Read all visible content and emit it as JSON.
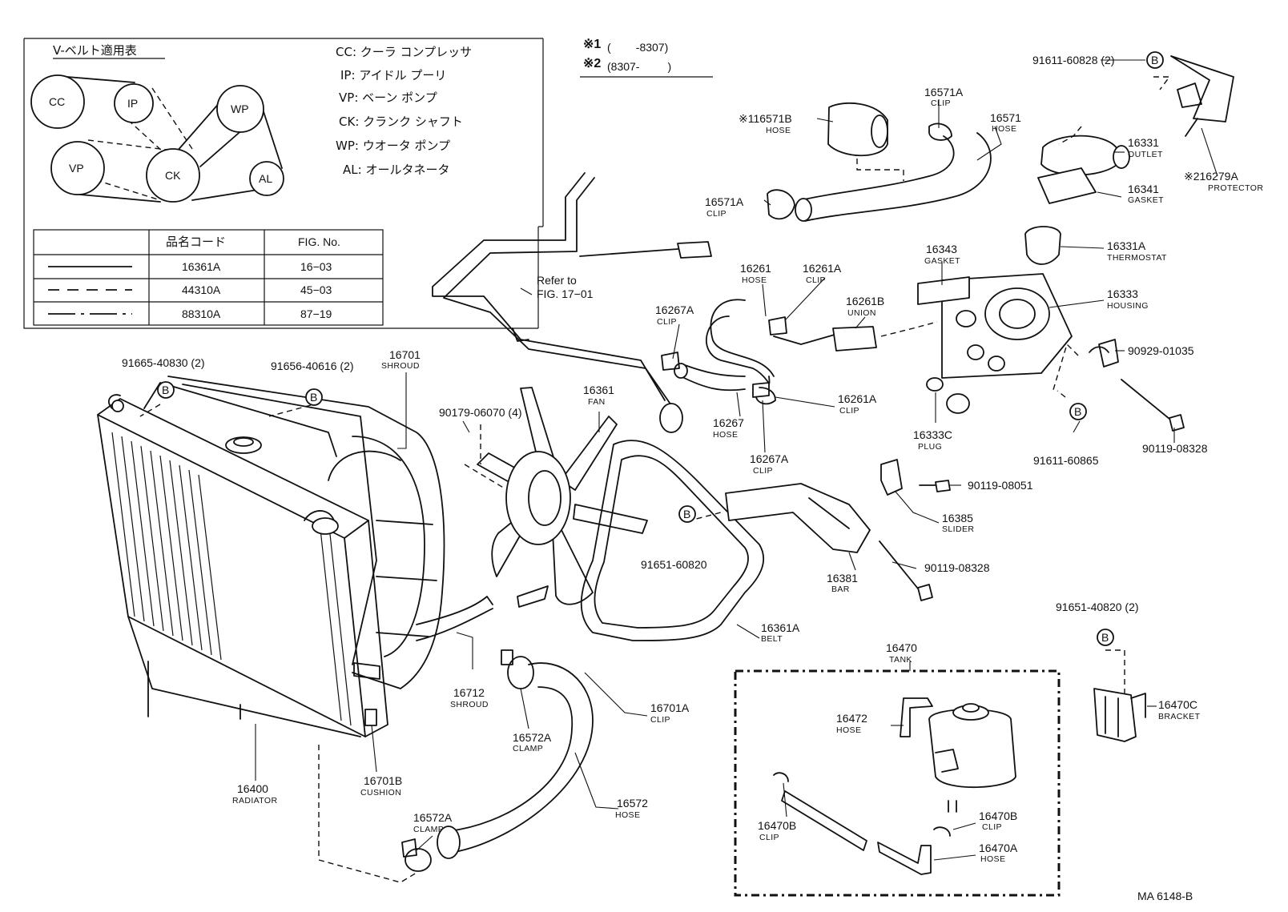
{
  "header": {
    "note1_mark": "※1",
    "note1_range": "(        -8307)",
    "note2_mark": "※2",
    "note2_range": "(8307-         )"
  },
  "vbelt_box": {
    "title": "V-ベルト適用表",
    "pulleys": [
      "CC",
      "IP",
      "WP",
      "VP",
      "CK",
      "AL"
    ],
    "legend": [
      {
        "code": "CC",
        "desc": "クーラ コンプレッサ"
      },
      {
        "code": "IP",
        "desc": "アイドル プーリ"
      },
      {
        "code": "VP",
        "desc": "ベーン ポンプ"
      },
      {
        "code": "CK",
        "desc": "クランク シャフト"
      },
      {
        "code": "WP",
        "desc": "ウオータ ポンプ"
      },
      {
        "code": "AL",
        "desc": "オールタネータ"
      }
    ],
    "table": {
      "headers": [
        "",
        "品名コード",
        "FIG. No."
      ],
      "rows": [
        {
          "code": "16361A",
          "fig": "16−03"
        },
        {
          "code": "44310A",
          "fig": "45−03"
        },
        {
          "code": "88310A",
          "fig": "87−19"
        }
      ]
    }
  },
  "callouts": {
    "p16571B": {
      "num": "※116571B",
      "name": "HOSE"
    },
    "p16571A_top": {
      "num": "16571A",
      "name": "CLIP"
    },
    "p16571": {
      "num": "16571",
      "name": "HOSE"
    },
    "p16571A_left": {
      "num": "16571A",
      "name": "CLIP"
    },
    "p91611_60828": {
      "num": "91611-60828 (2)"
    },
    "p16331": {
      "num": "16331",
      "name": "OUTLET"
    },
    "p16341": {
      "num": "16341",
      "name": "GASKET"
    },
    "p16279A": {
      "num": "※216279A",
      "name": "PROTECTOR"
    },
    "p16331A": {
      "num": "16331A",
      "name": "THERMOSTAT"
    },
    "p16343": {
      "num": "16343",
      "name": "GASKET"
    },
    "p16333": {
      "num": "16333",
      "name": "HOUSING"
    },
    "p90929_01035": {
      "num": "90929-01035"
    },
    "p16261": {
      "num": "16261",
      "name": "HOSE"
    },
    "p16261A_top": {
      "num": "16261A",
      "name": "CLIP"
    },
    "p16261B": {
      "num": "16261B",
      "name": "UNION"
    },
    "p16267A_top": {
      "num": "16267A",
      "name": "CLIP"
    },
    "p16261A_bot": {
      "num": "16261A",
      "name": "CLIP"
    },
    "p16267": {
      "num": "16267",
      "name": "HOSE"
    },
    "p16267A_bot": {
      "num": "16267A",
      "name": "CLIP"
    },
    "p16333C": {
      "num": "16333C",
      "name": "PLUG"
    },
    "p91611_60865": {
      "num": "91611-60865"
    },
    "p90119_08328_r": {
      "num": "90119-08328"
    },
    "p90119_08051": {
      "num": "90119-08051"
    },
    "p16385": {
      "num": "16385",
      "name": "SLIDER"
    },
    "p16381": {
      "num": "16381",
      "name": "BAR"
    },
    "p90119_08328_m": {
      "num": "90119-08328"
    },
    "p91665_40830": {
      "num": "91665-40830 (2)"
    },
    "p91656_40616": {
      "num": "91656-40616 (2)"
    },
    "p16701": {
      "num": "16701",
      "name": "SHROUD"
    },
    "p90179_06070": {
      "num": "90179-06070 (4)"
    },
    "p16361": {
      "num": "16361",
      "name": "FAN"
    },
    "p91651_60820": {
      "num": "91651-60820"
    },
    "p16361A": {
      "num": "16361A",
      "name": "BELT"
    },
    "p16712": {
      "num": "16712",
      "name": "SHROUD"
    },
    "p16701A": {
      "num": "16701A",
      "name": "CLIP"
    },
    "p16572A_mid": {
      "num": "16572A",
      "name": "CLAMP"
    },
    "p16400": {
      "num": "16400",
      "name": "RADIATOR"
    },
    "p16701B": {
      "num": "16701B",
      "name": "CUSHION"
    },
    "p16572A_bot": {
      "num": "16572A",
      "name": "CLAMP"
    },
    "p16572": {
      "num": "16572",
      "name": "HOSE"
    },
    "p16470": {
      "num": "16470",
      "name": "TANK"
    },
    "p16472": {
      "num": "16472",
      "name": "HOSE"
    },
    "p16470B_l": {
      "num": "16470B",
      "name": "CLIP"
    },
    "p16470B_r": {
      "num": "16470B",
      "name": "CLIP"
    },
    "p16470A": {
      "num": "16470A",
      "name": "HOSE"
    },
    "p91651_40820": {
      "num": "91651-40820 (2)"
    },
    "p16470C": {
      "num": "16470C",
      "name": "BRACKET"
    }
  },
  "refer": {
    "line1": "Refer to",
    "line2": "FIG. 17−01"
  },
  "bolt_marker": "B",
  "footer": {
    "code": "MA 6148-B"
  }
}
